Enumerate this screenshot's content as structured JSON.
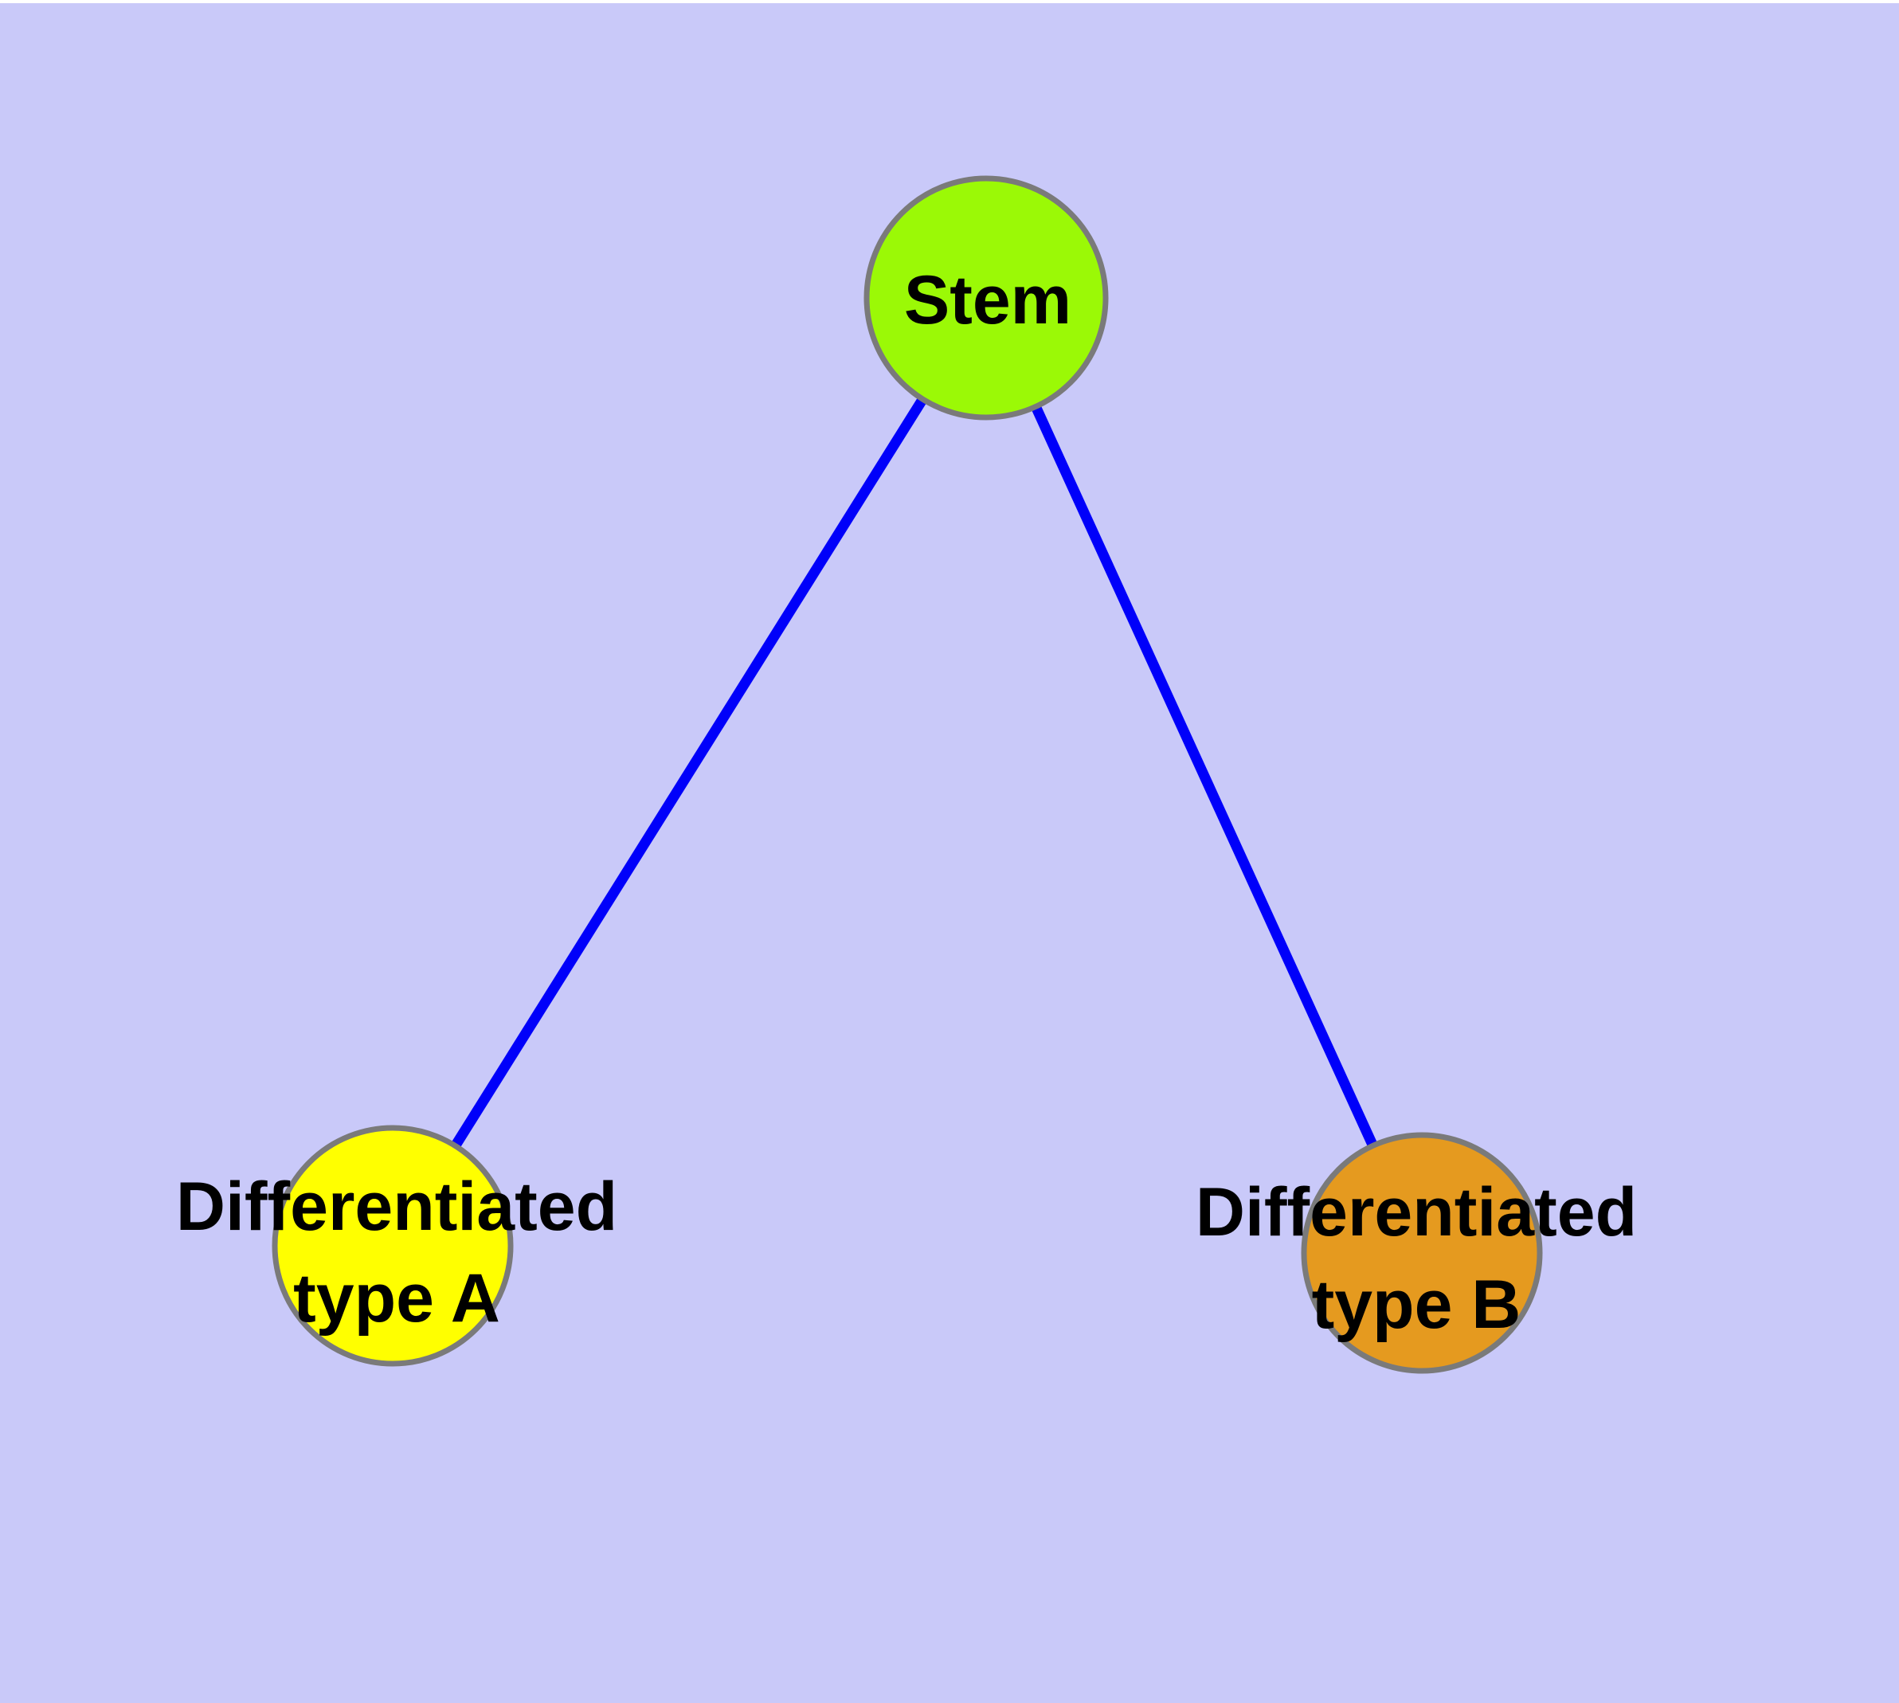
{
  "diagram": {
    "type": "graph",
    "background_color": "#C9C9F9",
    "top_margin_color": "#FFFFFF",
    "label_color": "#000000",
    "node_border_color": "#7A7A7A",
    "edge_color": "#0000FA",
    "nodes": {
      "stem": {
        "label": "Stem",
        "fill": "#9BF906"
      },
      "type_a": {
        "label_line1": "Differentiated",
        "label_line2": "type A",
        "fill": "#FFFF00"
      },
      "type_b": {
        "label_line1": "Differentiated",
        "label_line2": "type B",
        "fill": "#E59A1F"
      }
    },
    "edges": [
      {
        "from": "Stem",
        "to": "Differentiated type A"
      },
      {
        "from": "Stem",
        "to": "Differentiated type B"
      }
    ]
  }
}
